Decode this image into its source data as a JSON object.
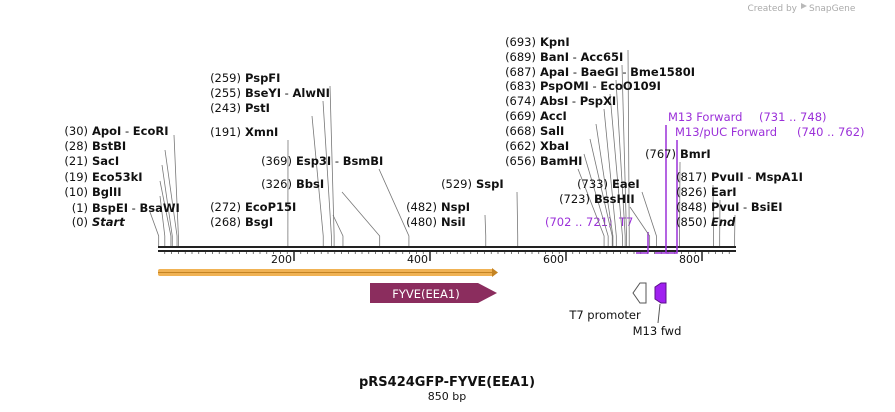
{
  "credit": {
    "text": "Created by",
    "brand": "SnapGene"
  },
  "map": {
    "length": 850,
    "title": "pRS424GFP-FYVE(EEA1)",
    "subtitle": "850 bp",
    "ticks": [
      "200",
      "400",
      "600",
      "800"
    ],
    "sites": [
      {
        "pos": "(1)",
        "name": "BspEI",
        "sep": "-",
        "name2": "BsaWI",
        "bp": 1
      },
      {
        "pos": "(0)",
        "name": "Start",
        "italic": true,
        "bp": 0
      },
      {
        "pos": "(10)",
        "name": "BglII",
        "bp": 10
      },
      {
        "pos": "(19)",
        "name": "Eco53kI",
        "bp": 19
      },
      {
        "pos": "(21)",
        "name": "SacI",
        "bp": 21
      },
      {
        "pos": "(28)",
        "name": "BstBI",
        "bp": 28
      },
      {
        "pos": "(30)",
        "name": "ApoI",
        "sep": "-",
        "name2": "EcoRI",
        "bp": 30
      },
      {
        "pos": "(191)",
        "name": "XmnI",
        "bp": 191
      },
      {
        "pos": "(243)",
        "name": "PstI",
        "bp": 243
      },
      {
        "pos": "(255)",
        "name": "BseYI",
        "sep": "-",
        "name2": "AlwNI",
        "bp": 255
      },
      {
        "pos": "(259)",
        "name": "PspFI",
        "bp": 259
      },
      {
        "pos": "(268)",
        "name": "BsgI",
        "bp": 268
      },
      {
        "pos": "(272)",
        "name": "EcoP15I",
        "bp": 272
      },
      {
        "pos": "(326)",
        "name": "BbsI",
        "bp": 326
      },
      {
        "pos": "(369)",
        "name": "Esp3I",
        "sep": "-",
        "name2": "BsmBI",
        "bp": 369
      },
      {
        "pos": "(480)",
        "name": "NsiI",
        "bp": 480
      },
      {
        "pos": "(482)",
        "name": "NspI",
        "bp": 482
      },
      {
        "pos": "(529)",
        "name": "SspI",
        "bp": 529
      },
      {
        "pos": "(656)",
        "name": "BamHI",
        "bp": 656
      },
      {
        "pos": "(662)",
        "name": "XbaI",
        "bp": 662
      },
      {
        "pos": "(668)",
        "name": "SalI",
        "bp": 668
      },
      {
        "pos": "(669)",
        "name": "AccI",
        "bp": 669
      },
      {
        "pos": "(674)",
        "name": "AbsI",
        "sep": "-",
        "name2": "PspXI",
        "bp": 674
      },
      {
        "pos": "(683)",
        "name": "PspOMI",
        "sep": "-",
        "name2": "EcoO109I",
        "bp": 683
      },
      {
        "pos": "(687)",
        "name": "ApaI",
        "sep": "-",
        "name2": "BaeGI",
        "sep2": "-",
        "name3": "Bme1580I",
        "bp": 687
      },
      {
        "pos": "(689)",
        "name": "BanI",
        "sep": "-",
        "name2": "Acc65I",
        "bp": 689
      },
      {
        "pos": "(693)",
        "name": "KpnI",
        "bp": 693
      },
      {
        "pos": "(723)",
        "name": "BssHII",
        "bp": 723
      },
      {
        "pos": "(733)",
        "name": "EaeI",
        "bp": 733
      },
      {
        "pos": "(767)",
        "name": "BmrI",
        "bp": 767
      },
      {
        "pos": "(817)",
        "name": "PvuII",
        "sep": "-",
        "name2": "MspA1I",
        "bp": 817
      },
      {
        "pos": "(826)",
        "name": "EarI",
        "bp": 826
      },
      {
        "pos": "(848)",
        "name": "PvuI",
        "sep": "-",
        "name2": "BsiEI",
        "bp": 848
      },
      {
        "pos": "(850)",
        "name": "End",
        "italic": true,
        "bp": 850
      }
    ],
    "primers": [
      {
        "name": "M13 Forward",
        "range": "(731 .. 748)"
      },
      {
        "name": "M13/pUC Forward",
        "range": "(740 .. 762)"
      },
      {
        "name": "T7",
        "range": "(702 .. 721)"
      }
    ],
    "features": [
      {
        "name": "FYVE(EEA1)",
        "color": "#8b2d5e"
      },
      {
        "name": "T7 promoter",
        "color": "#ffffff"
      },
      {
        "name": "M13 fwd",
        "color": "#a020f0"
      }
    ],
    "colors": {
      "backbone": "#222222",
      "orf": "#f0b254",
      "primer": "#9b30d9"
    }
  }
}
